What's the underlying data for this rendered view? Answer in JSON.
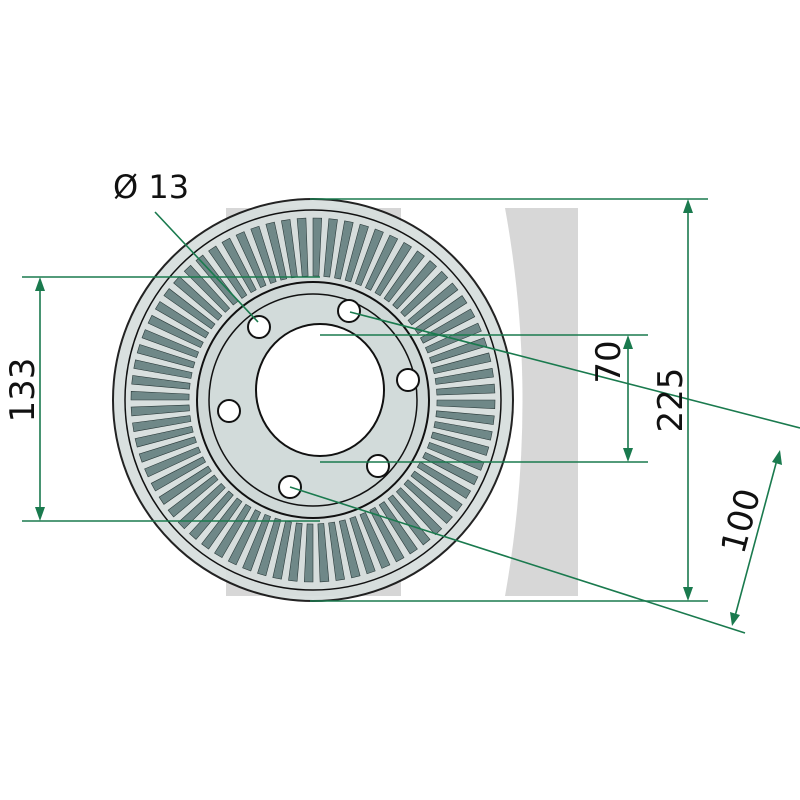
{
  "labels": {
    "hole_diameter": "Ø 13",
    "outer_diameter": "225",
    "inner_ring_diameter": "133",
    "hole_spacing_vertical": "70",
    "pitch_circle_diameter": "100"
  },
  "colors": {
    "dimension_line": "#1a7a4e",
    "disc_fill": "#d6dedd",
    "tooth_fill": "#6f8888",
    "hub_fill": "#cfd8d7",
    "watermark": "#c8c8c8",
    "outline": "#111111"
  },
  "tooth_count": 72,
  "bolt_hole_count": 6
}
